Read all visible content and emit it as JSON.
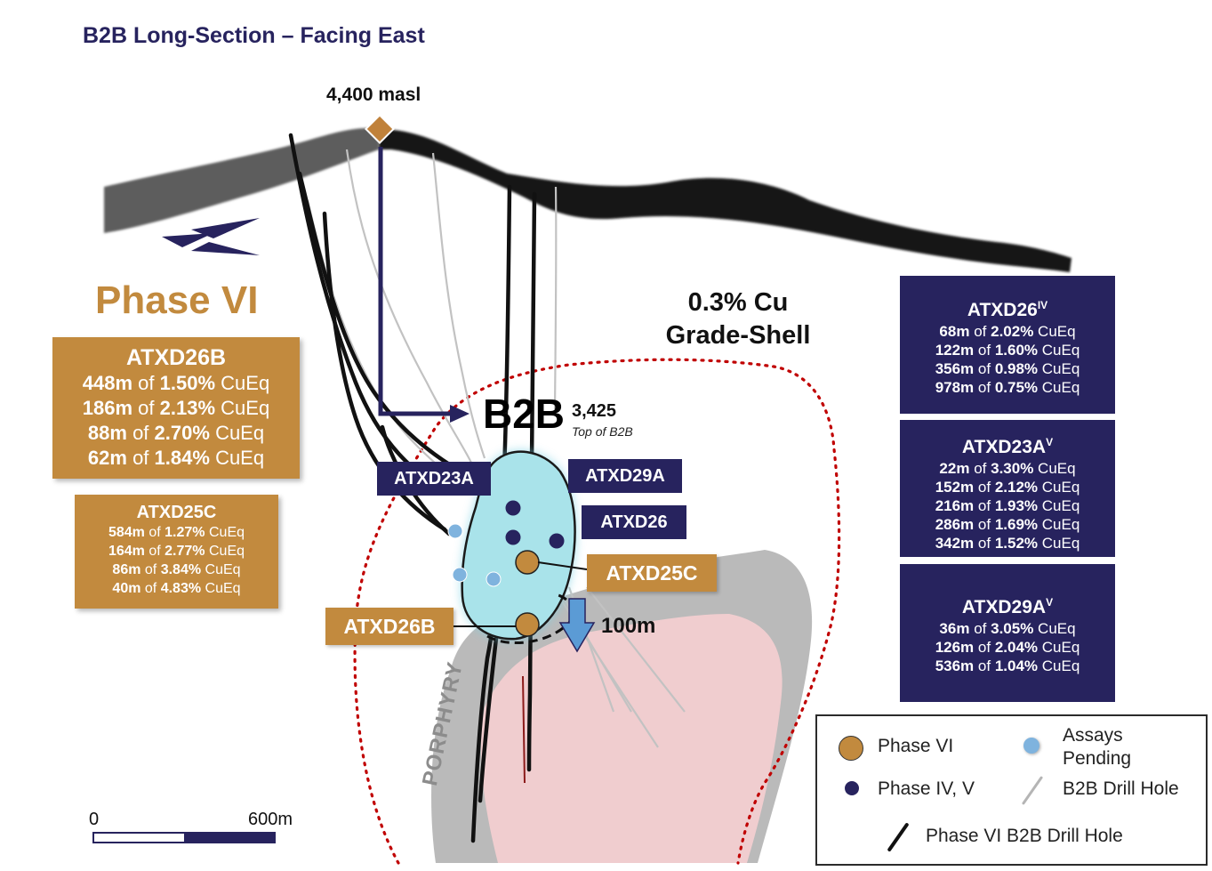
{
  "title": "B2B Long-Section – Facing East",
  "phase_title": "Phase VI",
  "surface_label": "4,400 masl",
  "grade_shell_label": "0.3% Cu Grade-Shell",
  "target": {
    "name": "B2B",
    "elevation": "3,425",
    "note": "Top of B2B"
  },
  "extension_label": "100m",
  "porphyry_label": "PORPHYRY",
  "hole_tags": {
    "atxd23a": "ATXD23A",
    "atxd29a": "ATXD29A",
    "atxd26": "ATXD26",
    "atxd25c": "ATXD25C",
    "atxd26b": "ATXD26B"
  },
  "phase_vi_intercepts": {
    "atxd26b": {
      "name": "ATXD26B",
      "rows": [
        {
          "length": "448m",
          "of": "of",
          "grade": "1.50%",
          "unit": "CuEq"
        },
        {
          "length": "186m",
          "of": "of",
          "grade": "2.13%",
          "unit": "CuEq"
        },
        {
          "length": "88m",
          "of": "of",
          "grade": "2.70%",
          "unit": "CuEq"
        },
        {
          "length": "62m",
          "of": "of",
          "grade": "1.84%",
          "unit": "CuEq"
        }
      ]
    },
    "atxd25c": {
      "name": "ATXD25C",
      "rows": [
        {
          "length": "584m",
          "of": "of",
          "grade": "1.27%",
          "unit": "CuEq"
        },
        {
          "length": "164m",
          "of": "of",
          "grade": "2.77%",
          "unit": "CuEq"
        },
        {
          "length": "86m",
          "of": "of",
          "grade": "3.84%",
          "unit": "CuEq"
        },
        {
          "length": "40m",
          "of": "of",
          "grade": "4.83%",
          "unit": "CuEq"
        }
      ]
    }
  },
  "prior_intercepts": {
    "atxd26": {
      "name": "ATXD26",
      "phase": "IV",
      "rows": [
        {
          "length": "68m",
          "of": "of",
          "grade": "2.02%",
          "unit": "CuEq"
        },
        {
          "length": "122m",
          "of": "of",
          "grade": "1.60%",
          "unit": "CuEq"
        },
        {
          "length": "356m",
          "of": "of",
          "grade": "0.98%",
          "unit": "CuEq"
        },
        {
          "length": "978m",
          "of": "of",
          "grade": "0.75%",
          "unit": "CuEq"
        }
      ]
    },
    "atxd23a": {
      "name": "ATXD23A",
      "phase": "V",
      "rows": [
        {
          "length": "22m",
          "of": "of",
          "grade": "3.30%",
          "unit": "CuEq"
        },
        {
          "length": "152m",
          "of": "of",
          "grade": "2.12%",
          "unit": "CuEq"
        },
        {
          "length": "216m",
          "of": "of",
          "grade": "1.93%",
          "unit": "CuEq"
        },
        {
          "length": "286m",
          "of": "of",
          "grade": "1.69%",
          "unit": "CuEq"
        },
        {
          "length": "342m",
          "of": "of",
          "grade": "1.52%",
          "unit": "CuEq"
        }
      ]
    },
    "atxd29a": {
      "name": "ATXD29A",
      "phase": "V",
      "rows": [
        {
          "length": "36m",
          "of": "of",
          "grade": "3.05%",
          "unit": "CuEq"
        },
        {
          "length": "126m",
          "of": "of",
          "grade": "2.04%",
          "unit": "CuEq"
        },
        {
          "length": "536m",
          "of": "of",
          "grade": "1.04%",
          "unit": "CuEq"
        }
      ]
    }
  },
  "legend": {
    "phase_vi": "Phase VI",
    "phase_iv_v": "Phase IV, V",
    "assays_pending_1": "Assays",
    "assays_pending_2": "Pending",
    "b2b_drill_hole": "B2B Drill Hole",
    "phase_vi_drill_hole": "Phase VI B2B Drill Hole"
  },
  "scale": {
    "zero": "0",
    "max": "600m"
  },
  "colors": {
    "navy": "#27235e",
    "gold": "#c28a3e",
    "target_fill": "#a9e3ea",
    "porphyry_fill": "#f6cfd2",
    "shell_dots": "#c00000",
    "assay_pending": "#7fb3de",
    "arrow_blue": "#5b9bd5"
  }
}
